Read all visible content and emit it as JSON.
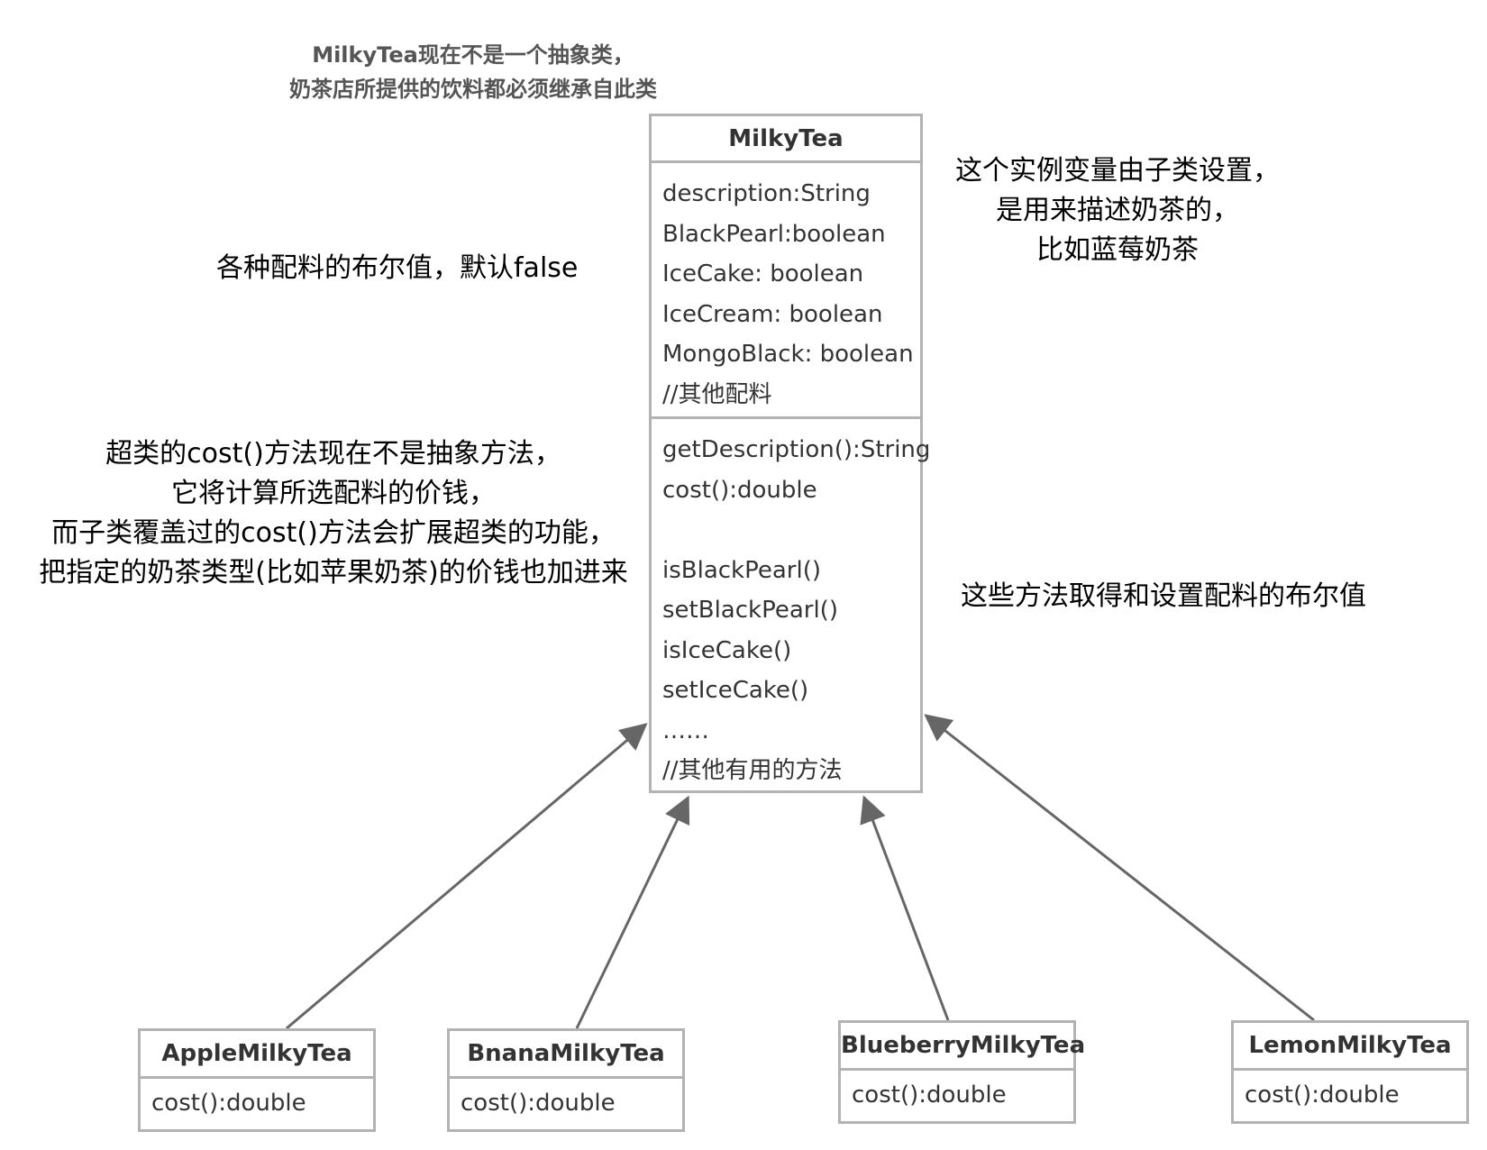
{
  "notes": {
    "top": [
      "MilkyTea现在不是一个抽象类，",
      "奶茶店所提供的饮料都必须继承自此类"
    ],
    "instance_var": [
      "这个实例变量由子类设置，",
      "是用来描述奶茶的，",
      "比如蓝莓奶茶"
    ],
    "booleans": "各种配料的布尔值，默认false",
    "cost_method": [
      "超类的cost()方法现在不是抽象方法，",
      "它将计算所选配料的价钱，",
      "而子类覆盖过的cost()方法会扩展超类的功能，",
      "把指定的奶茶类型(比如苹果奶茶)的价钱也加进来"
    ],
    "methods": "这些方法取得和设置配料的布尔值"
  },
  "superclass": {
    "name": "MilkyTea",
    "attributes": [
      "description:String",
      "BlackPearl:boolean",
      "IceCake: boolean",
      "IceCream: boolean",
      "MongoBlack: boolean",
      "//其他配料"
    ],
    "methods": [
      "getDescription():String",
      "cost():double",
      "",
      "isBlackPearl()",
      "setBlackPearl()",
      "isIceCake()",
      "setIceCake()",
      "……",
      "//其他有用的方法"
    ]
  },
  "subclasses": [
    {
      "name": "AppleMilkyTea",
      "method": "cost():double"
    },
    {
      "name": "BnanaMilkyTea",
      "method": "cost():double"
    },
    {
      "name": "BlueberryMilkyTea",
      "method": "cost():double"
    },
    {
      "name": "LemonMilkyTea",
      "method": "cost():double"
    }
  ],
  "colors": {
    "border": "#b3b3b3",
    "arrow": "#666666",
    "text": "#333333"
  }
}
